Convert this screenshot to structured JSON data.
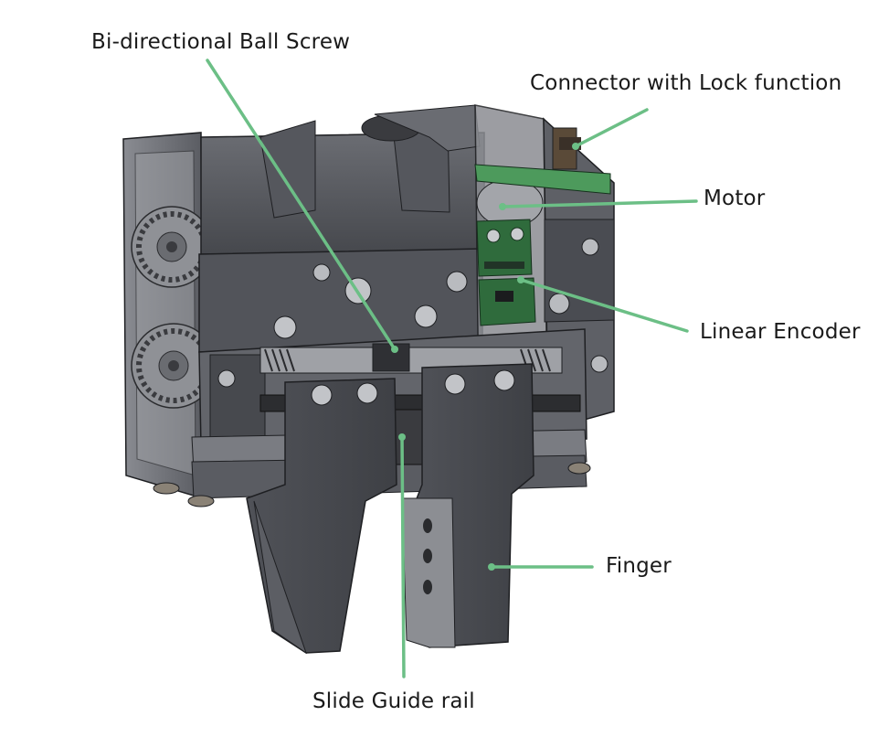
{
  "labels": {
    "ball_screw": "Bi-directional Ball Screw",
    "connector": "Connector with Lock function",
    "motor": "Motor",
    "encoder": "Linear Encoder",
    "finger": "Finger",
    "guide_rail": "Slide Guide rail"
  },
  "colors": {
    "leader": "#6cbf86",
    "body_dark": "#4a4c52",
    "body_mid": "#5e6066",
    "body_light": "#74767c",
    "edge": "#1e1f22",
    "pcb": "#2f6b3c",
    "pcb_light": "#4d9a5c",
    "gear": "#8a8c90"
  }
}
